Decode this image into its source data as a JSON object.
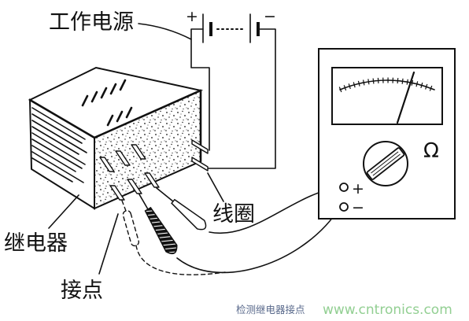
{
  "labels": {
    "power_supply": "工作电源",
    "relay": "继电器",
    "contact": "接点",
    "coil": "线圈"
  },
  "battery": {
    "plus": "+",
    "minus": "−"
  },
  "multimeter": {
    "unit_symbol": "Ω",
    "terminal_plus": "+",
    "terminal_minus": "−"
  },
  "caption": "检测继电器接点",
  "watermark": "www.cntronics.com",
  "colors": {
    "line": "#111111",
    "caption": "#5a6a8c",
    "watermark": "#92cf92"
  }
}
